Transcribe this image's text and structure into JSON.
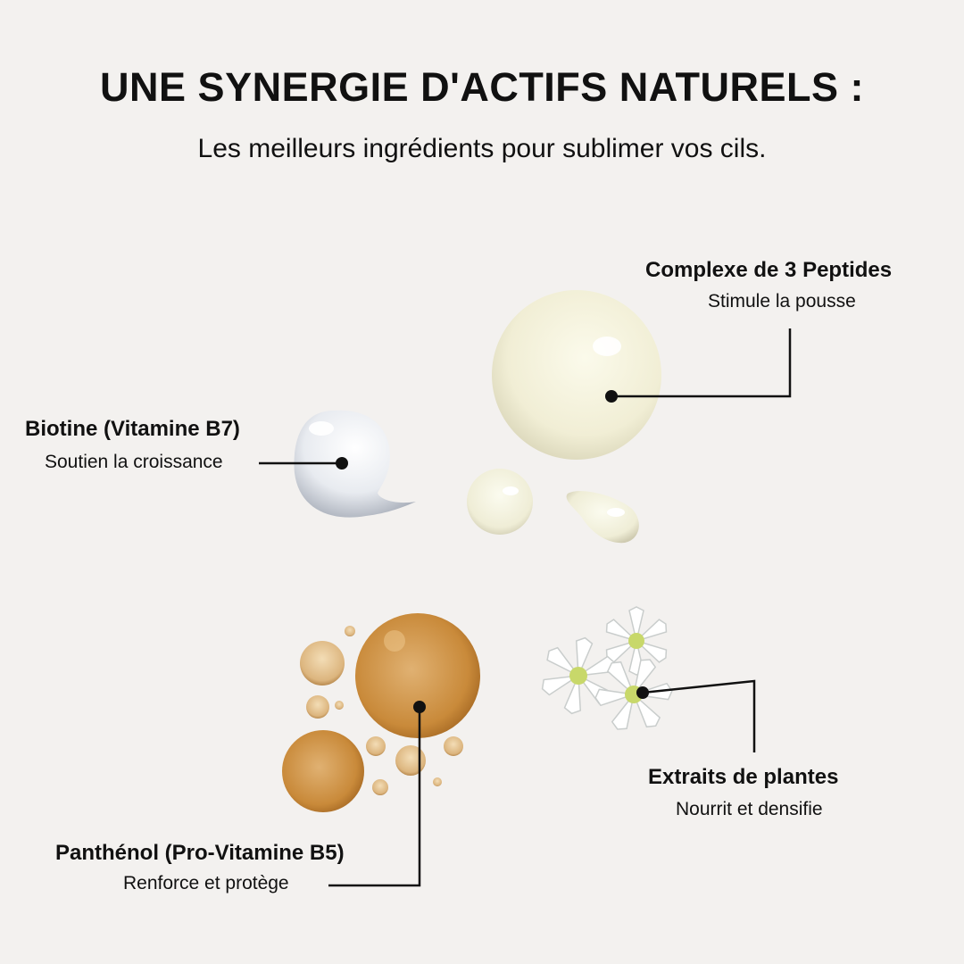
{
  "header": {
    "title": "UNE SYNERGIE D'ACTIFS NATURELS :",
    "subtitle": "Les meilleurs ingrédients pour sublimer vos cils."
  },
  "ingredients": [
    {
      "name": "Complexe de 3 Peptides",
      "benefit": "Stimule la pousse"
    },
    {
      "name": "Biotine (Vitamine B7)",
      "benefit": "Soutien la croissance"
    },
    {
      "name": "Panthénol (Pro-Vitamine B5)",
      "benefit": "Renforce et protège"
    },
    {
      "name": "Extraits de plantes",
      "benefit": "Nourrit et densifie"
    }
  ],
  "colors": {
    "background": "#f3f1ef",
    "text": "#111111",
    "peptide_drop": "#f3f0da",
    "biotin_drop": "#e6e9ee",
    "panthenol_drop": "#c98d3c"
  }
}
